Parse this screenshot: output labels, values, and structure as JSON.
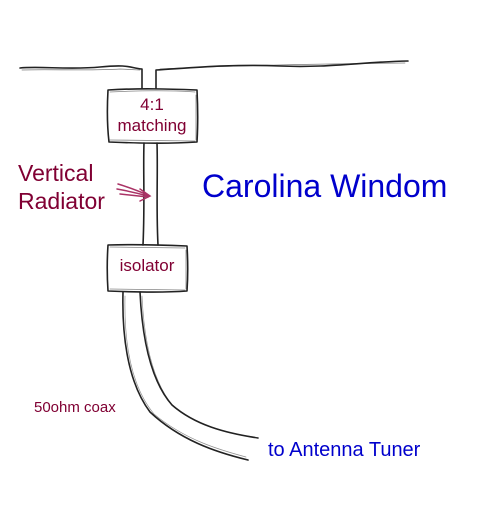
{
  "diagram": {
    "title": "Carolina Windom",
    "vertical_radiator_line1": "Vertical",
    "vertical_radiator_line2": "Radiator",
    "matching_line1": "4:1",
    "matching_line2": "matching",
    "isolator": "isolator",
    "coax": "50ohm coax",
    "tuner": "to Antenna Tuner",
    "colors": {
      "title": "#0000cc",
      "labels": "#800033",
      "sketch": "#222222",
      "arrow": "#aa3366"
    }
  }
}
